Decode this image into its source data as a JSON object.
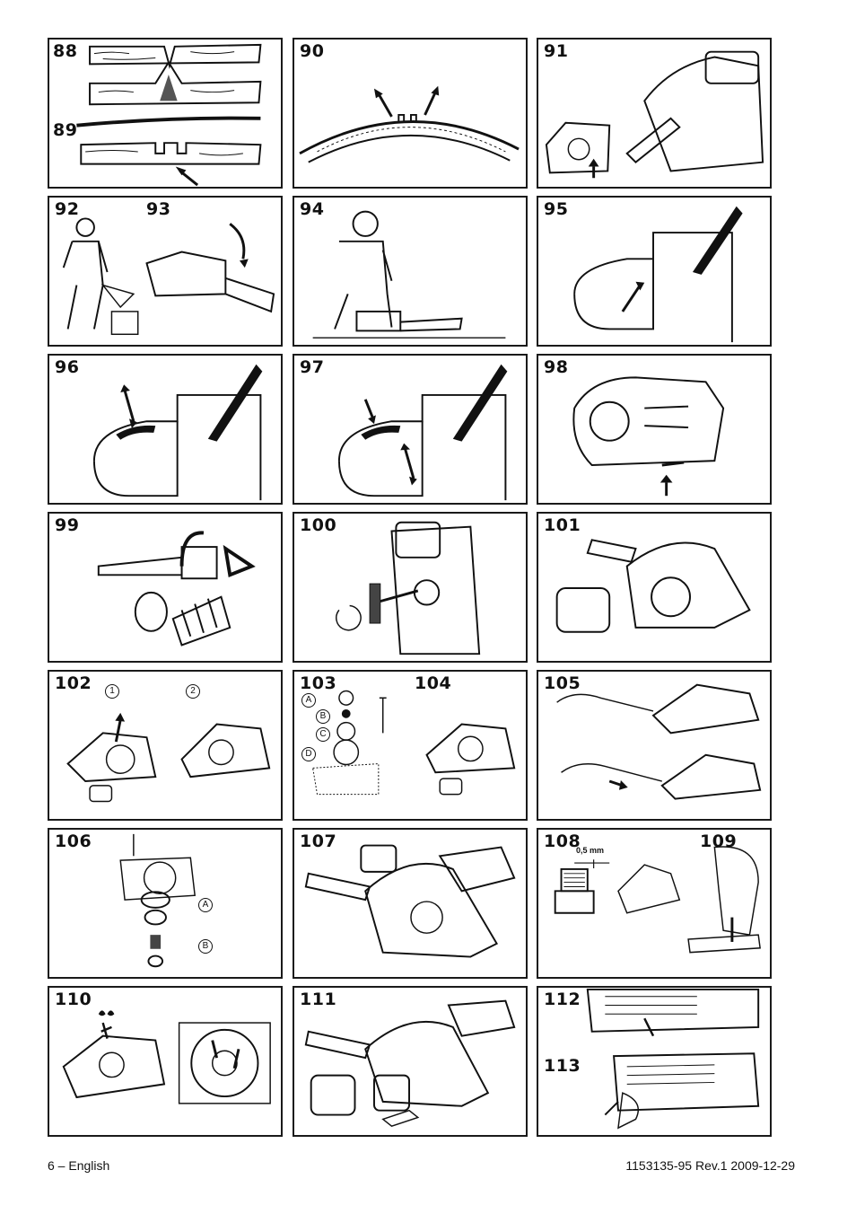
{
  "panels": [
    {
      "id": "p88",
      "labels": [
        "88",
        "89"
      ]
    },
    {
      "id": "p90",
      "labels": [
        "90"
      ]
    },
    {
      "id": "p91",
      "labels": [
        "91"
      ]
    },
    {
      "id": "p92",
      "labels": [
        "92",
        "93"
      ]
    },
    {
      "id": "p94",
      "labels": [
        "94"
      ]
    },
    {
      "id": "p95",
      "labels": [
        "95"
      ]
    },
    {
      "id": "p96",
      "labels": [
        "96"
      ]
    },
    {
      "id": "p97",
      "labels": [
        "97"
      ]
    },
    {
      "id": "p98",
      "labels": [
        "98"
      ]
    },
    {
      "id": "p99",
      "labels": [
        "99"
      ]
    },
    {
      "id": "p100",
      "labels": [
        "100"
      ]
    },
    {
      "id": "p101",
      "labels": [
        "101"
      ]
    },
    {
      "id": "p102",
      "labels": [
        "102",
        "1",
        "2"
      ]
    },
    {
      "id": "p103",
      "labels": [
        "103",
        "104",
        "A",
        "B",
        "C",
        "D"
      ]
    },
    {
      "id": "p105",
      "labels": [
        "105"
      ]
    },
    {
      "id": "p106",
      "labels": [
        "106",
        "A",
        "B"
      ]
    },
    {
      "id": "p107",
      "labels": [
        "107"
      ]
    },
    {
      "id": "p108",
      "labels": [
        "108",
        "109",
        "0,5 mm"
      ]
    },
    {
      "id": "p110",
      "labels": [
        "110"
      ]
    },
    {
      "id": "p111",
      "labels": [
        "111"
      ]
    },
    {
      "id": "p112",
      "labels": [
        "112",
        "113"
      ]
    }
  ],
  "footer": {
    "left": "6 – English",
    "right": "1153135-95 Rev.1 2009-12-29"
  }
}
